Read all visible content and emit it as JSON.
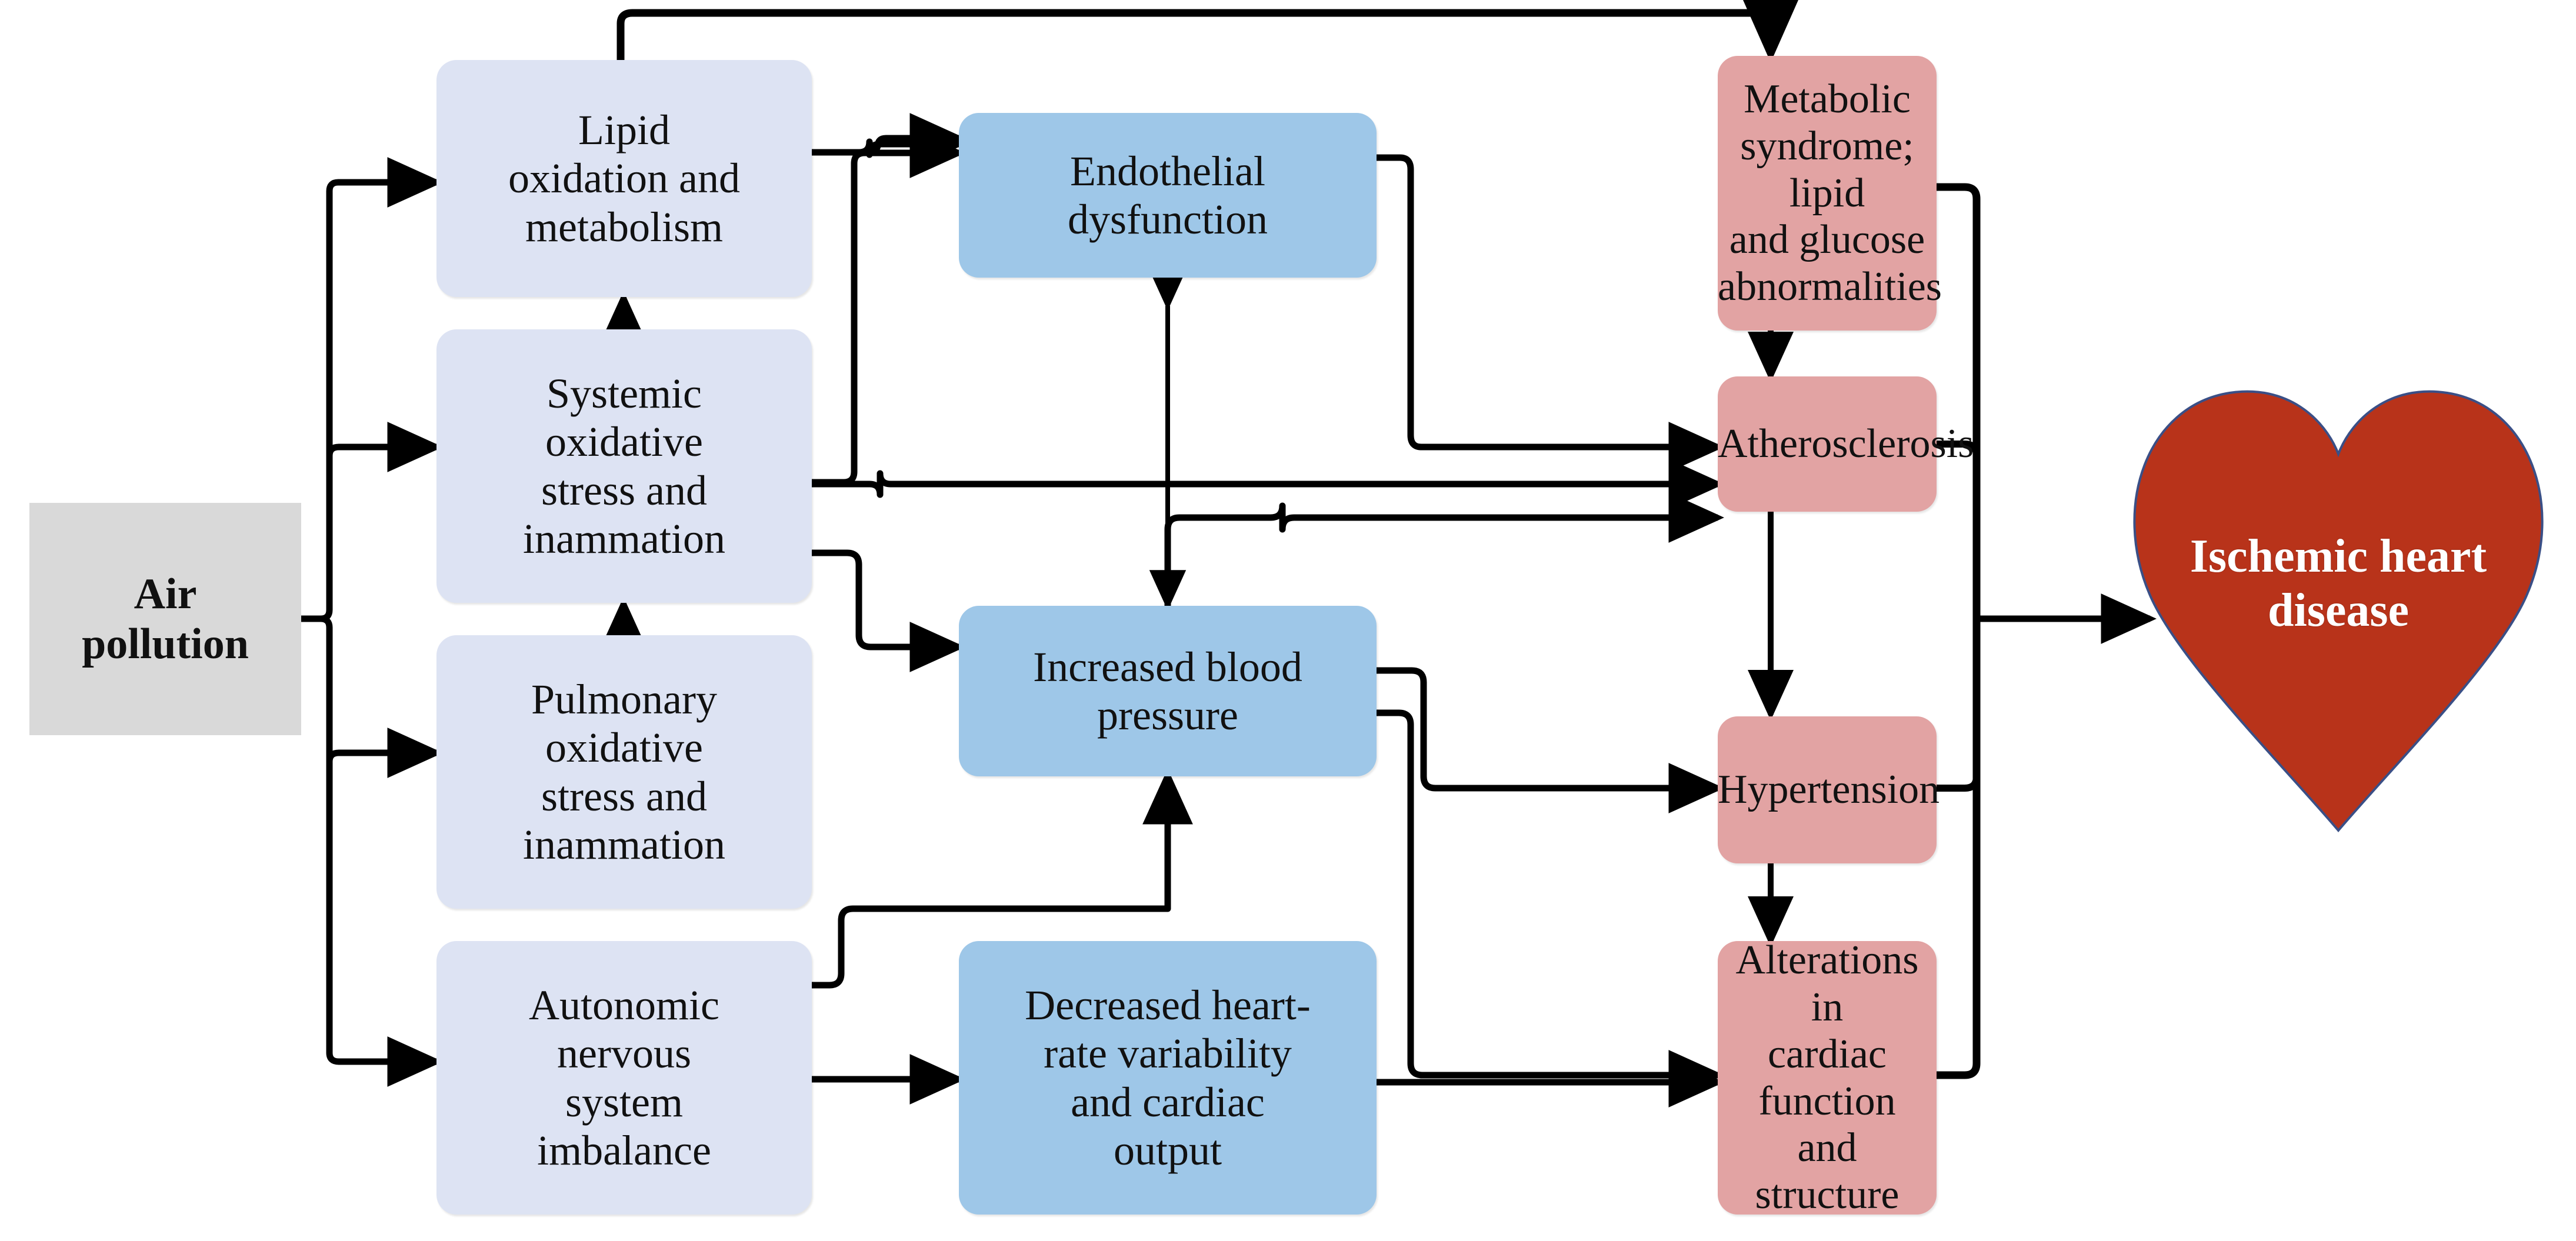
{
  "diagram": {
    "title": "Pathways linking air pollution to ischemic heart disease",
    "colors": {
      "source_box": "#d9d9d9",
      "mechanism_box": "#dde3f3",
      "intermediate_box": "#9ec7e8",
      "outcome_box": "#e2a3a3",
      "heart": "#b8331a",
      "heart_text": "#ffffff",
      "arrow": "#000000"
    },
    "source": {
      "label": "Air\npollution"
    },
    "mechanisms": [
      {
        "id": "lipid",
        "label": "Lipid\noxidation and\nmetabolism"
      },
      {
        "id": "systemic",
        "label": "Systemic\noxidative\nstress and\ninammation"
      },
      {
        "id": "pulmonary",
        "label": "Pulmonary\noxidative\nstress and\ninammation"
      },
      {
        "id": "autonomic",
        "label": "Autonomic\nnervous\nsystem\nimbalance"
      }
    ],
    "intermediates": [
      {
        "id": "endothelial",
        "label": "Endothelial\ndysfunction"
      },
      {
        "id": "bp",
        "label": "Increased blood\npressure"
      },
      {
        "id": "hrv",
        "label": "Decreased heart-\nrate variability\nand cardiac\noutput"
      }
    ],
    "outcomes": [
      {
        "id": "metabolic",
        "label": "Metabolic\nsyndrome; lipid\nand glucose\nabnormalities"
      },
      {
        "id": "athero",
        "label": "Atherosclerosis"
      },
      {
        "id": "hypertension",
        "label": "Hypertension"
      },
      {
        "id": "cardiac",
        "label": "Alterations in\ncardiac function\nand structure"
      }
    ],
    "final": {
      "id": "ihd",
      "label": "Ischemic heart\ndisease",
      "shape": "heart"
    },
    "edges": [
      {
        "from": "source",
        "to": "lipid",
        "type": "single"
      },
      {
        "from": "source",
        "to": "systemic",
        "type": "single"
      },
      {
        "from": "source",
        "to": "pulmonary",
        "type": "single"
      },
      {
        "from": "source",
        "to": "autonomic",
        "type": "single"
      },
      {
        "from": "systemic",
        "to": "lipid",
        "type": "single"
      },
      {
        "from": "pulmonary",
        "to": "systemic",
        "type": "single"
      },
      {
        "from": "lipid",
        "to": "metabolic",
        "type": "single"
      },
      {
        "from": "lipid",
        "to": "endothelial",
        "type": "single"
      },
      {
        "from": "systemic",
        "to": "endothelial",
        "type": "single"
      },
      {
        "from": "systemic",
        "to": "athero",
        "type": "single"
      },
      {
        "from": "systemic",
        "to": "bp",
        "type": "single"
      },
      {
        "from": "autonomic",
        "to": "bp",
        "type": "single"
      },
      {
        "from": "autonomic",
        "to": "hrv",
        "type": "single"
      },
      {
        "from": "endothelial",
        "to": "athero",
        "type": "single"
      },
      {
        "from": "endothelial",
        "to": "bp",
        "type": "double"
      },
      {
        "from": "bp",
        "to": "athero",
        "type": "single"
      },
      {
        "from": "bp",
        "to": "hypertension",
        "type": "single"
      },
      {
        "from": "bp",
        "to": "cardiac",
        "type": "single"
      },
      {
        "from": "hrv",
        "to": "cardiac",
        "type": "single"
      },
      {
        "from": "metabolic",
        "to": "athero",
        "type": "single"
      },
      {
        "from": "athero",
        "to": "hypertension",
        "type": "double"
      },
      {
        "from": "hypertension",
        "to": "cardiac",
        "type": "double"
      },
      {
        "from": "metabolic",
        "to": "ihd",
        "type": "single"
      },
      {
        "from": "athero",
        "to": "ihd",
        "type": "single"
      },
      {
        "from": "hypertension",
        "to": "ihd",
        "type": "single"
      },
      {
        "from": "cardiac",
        "to": "ihd",
        "type": "single"
      }
    ]
  }
}
